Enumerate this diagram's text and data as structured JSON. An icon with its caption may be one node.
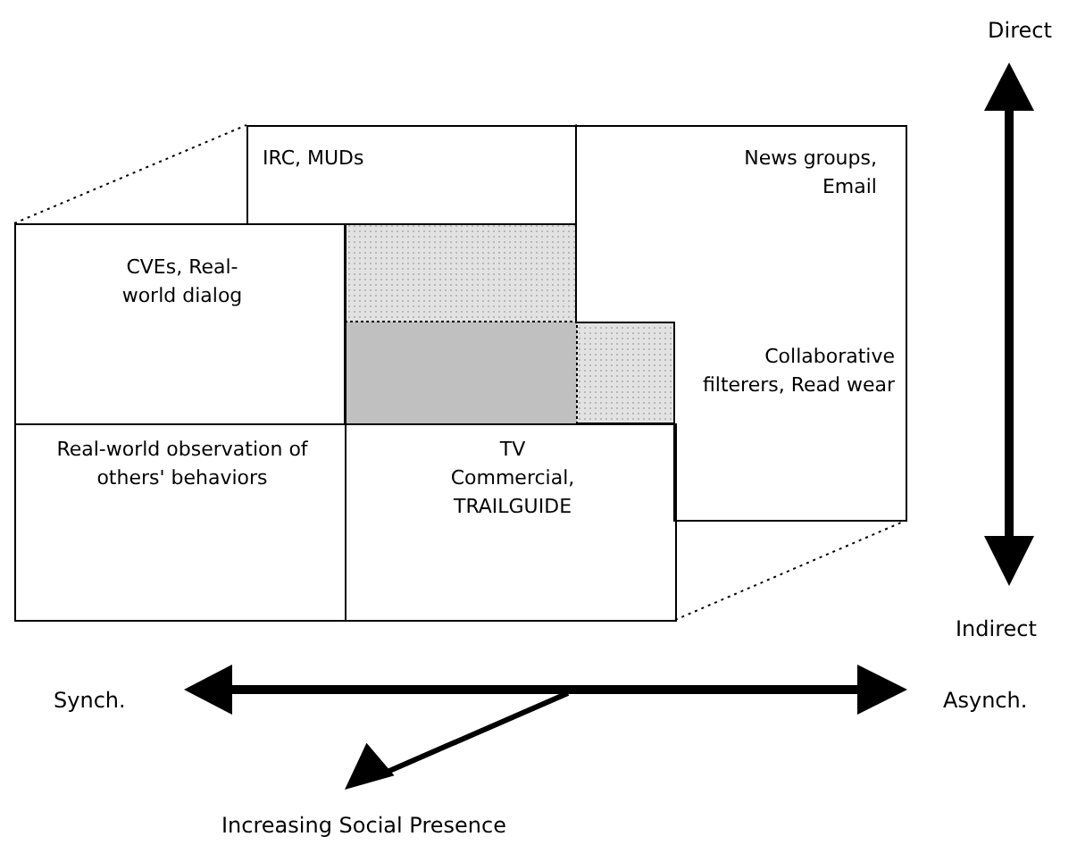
{
  "diagram": {
    "nodes": [
      {
        "text": [
          "IRC, MUDs"
        ]
      },
      {
        "text": [
          "News groups, Email"
        ]
      },
      {
        "text": [
          "Collaborative filterers, Read wear"
        ]
      },
      {
        "text": [
          "CVEs, Real-world dialog"
        ]
      },
      {
        "text": [
          "Real-world observation of others' behaviors"
        ]
      },
      {
        "text": [
          "TV Commercial, TRAILGUIDE"
        ]
      }
    ],
    "labels": [
      "Direct",
      "Indirect",
      "Synch.",
      "Asynch.",
      "Increasing Social Presence"
    ]
  }
}
